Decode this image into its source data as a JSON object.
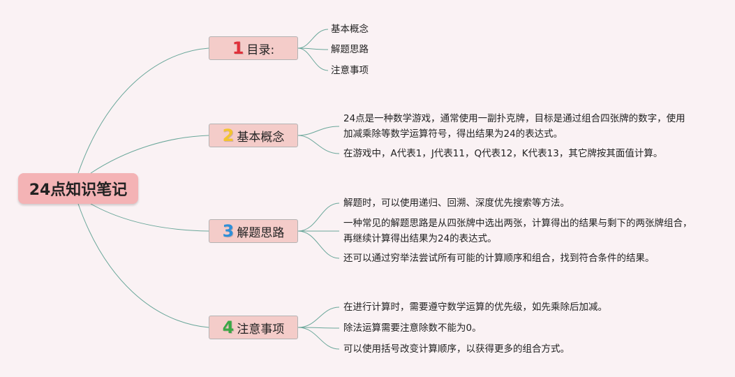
{
  "root": {
    "label": "24点知识笔记"
  },
  "topics": [
    {
      "number": "1",
      "label": "目录:",
      "color": "#e0303a",
      "items": [
        "基本概念",
        "解题思路",
        "注意事项"
      ]
    },
    {
      "number": "2",
      "label": "基本概念",
      "color": "#f4c430",
      "items": [
        "24点是一种数学游戏，通常使用一副扑克牌，目标是通过组合四张牌的数字，使用加减乘除等数学运算符号，得出结果为24的表达式。",
        "在游戏中，A代表1，J代表11，Q代表12，K代表13，其它牌按其面值计算。"
      ]
    },
    {
      "number": "3",
      "label": "解题思路",
      "color": "#2f8fd8",
      "items": [
        "解题时，可以使用递归、回溯、深度优先搜索等方法。",
        "一种常见的解题思路是从四张牌中选出两张，计算得出的结果与剩下的两张牌组合，再继续计算得出结果为24的表达式。",
        "还可以通过穷举法尝试所有可能的计算顺序和组合，找到符合条件的结果。"
      ]
    },
    {
      "number": "4",
      "label": "注意事项",
      "color": "#3aa845",
      "items": [
        "在进行计算时，需要遵守数学运算的优先级，如先乘除后加减。",
        "除法运算需要注意除数不能为0。",
        "可以使用括号改变计算顺序，以获得更多的组合方式。"
      ]
    }
  ],
  "colors": {
    "background": "#faf2f4",
    "link": "#6aa79a",
    "root_fill": "#f4b3b5",
    "topic_fill": "#f4ccc9"
  }
}
